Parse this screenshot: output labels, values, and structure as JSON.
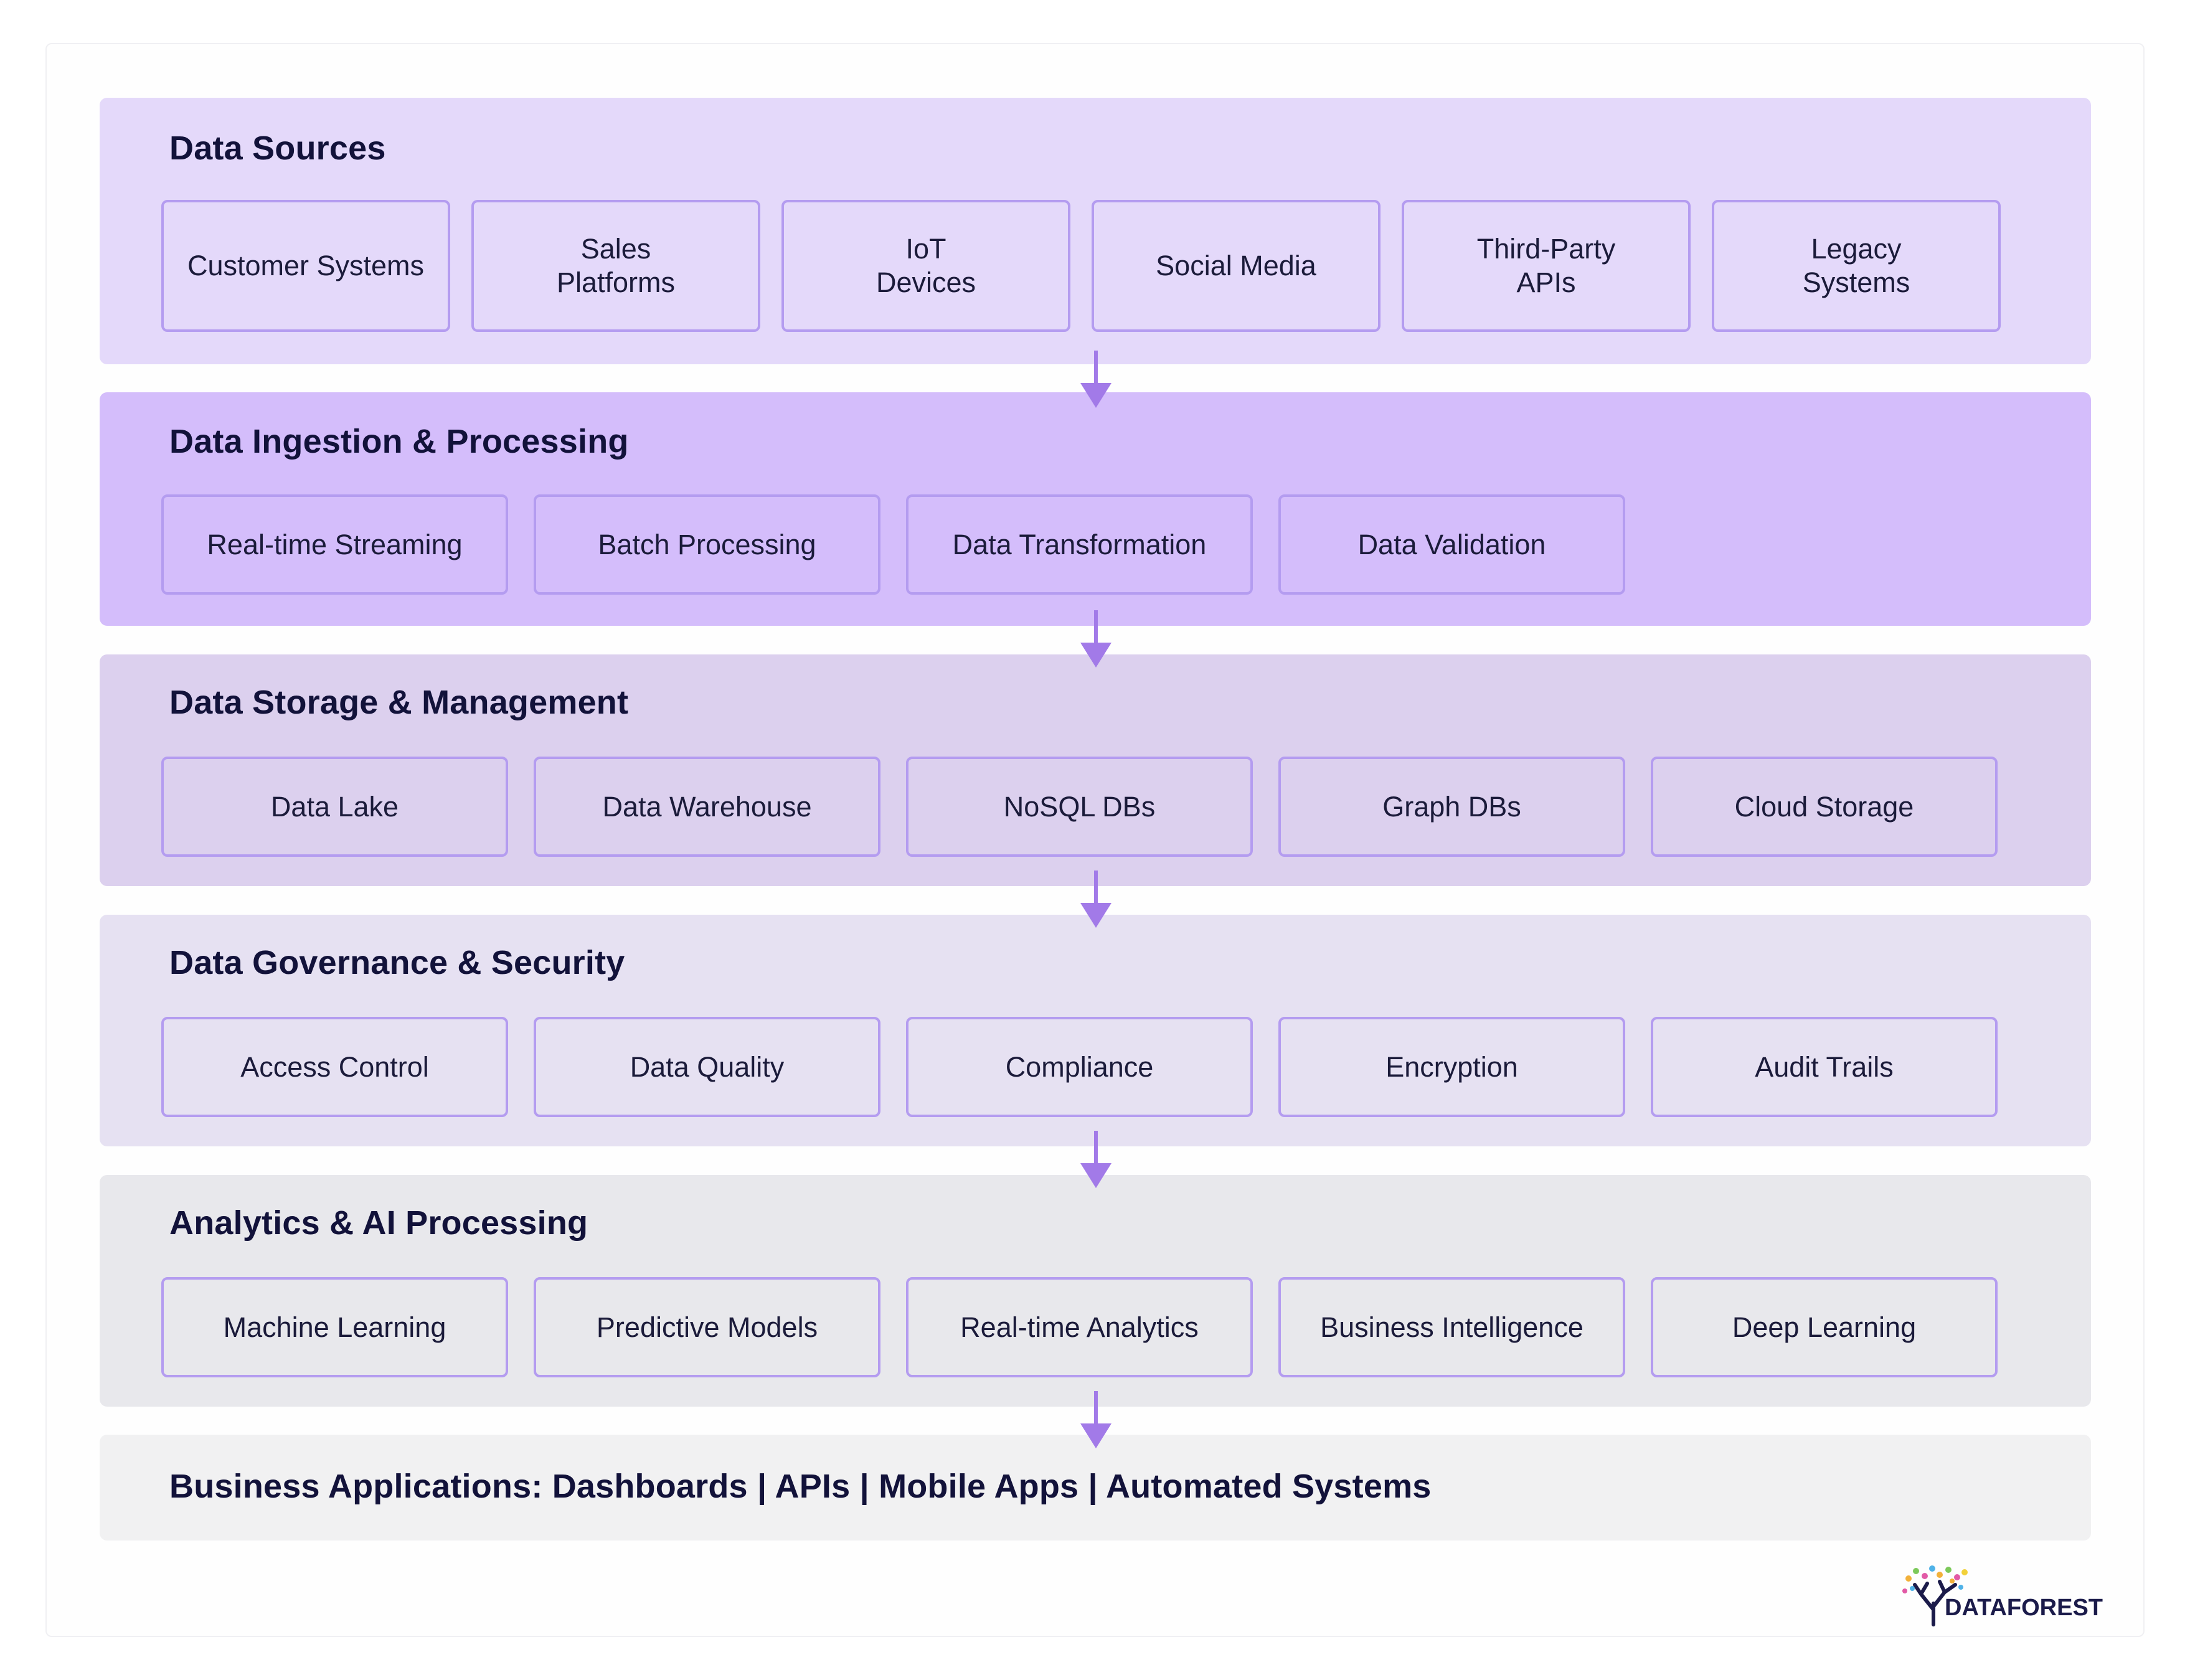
{
  "colors": {
    "sources_bg": "#e4d9fa",
    "ingestion_bg": "#d4bdfb",
    "storage_bg": "#dcd0ee",
    "governance_bg": "#e6e1f2",
    "analytics_bg": "#e8e8ec",
    "applications_bg": "#f1f1f2",
    "box_border": "#b49cf0",
    "arrow": "#a27ae8"
  },
  "layers": [
    {
      "title": "Data Sources",
      "items": [
        "Customer Systems",
        "Sales\nPlatforms",
        "IoT\nDevices",
        "Social Media",
        "Third-Party\nAPIs",
        "Legacy\nSystems"
      ]
    },
    {
      "title": "Data Ingestion & Processing",
      "items": [
        "Real-time Streaming",
        "Batch Processing",
        "Data Transformation",
        "Data Validation"
      ]
    },
    {
      "title": "Data Storage & Management",
      "items": [
        "Data Lake",
        "Data Warehouse",
        "NoSQL DBs",
        "Graph DBs",
        "Cloud Storage"
      ]
    },
    {
      "title": "Data Governance & Security",
      "items": [
        "Access Control",
        "Data Quality",
        "Compliance",
        "Encryption",
        "Audit Trails"
      ]
    },
    {
      "title": "Analytics & AI Processing",
      "items": [
        "Machine Learning",
        "Predictive Models",
        "Real-time Analytics",
        "Business Intelligence",
        "Deep Learning"
      ]
    },
    {
      "title": "Business Applications: Dashboards | APIs | Mobile Apps | Automated Systems"
    }
  ],
  "logo": {
    "text": "DATAFOREST"
  }
}
